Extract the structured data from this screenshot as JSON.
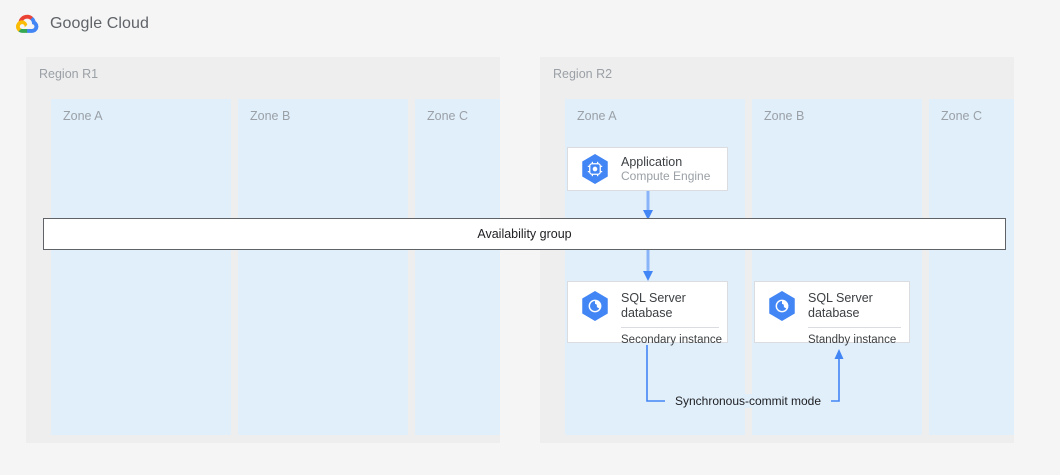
{
  "header": {
    "logo_text": "Google Cloud",
    "logo_icon": "google-cloud-logo"
  },
  "diagram": {
    "type": "architecture-diagram",
    "colors": {
      "page_background": "#f5f5f5",
      "region_background": "#eeeeee",
      "zone_background": "#e1effb",
      "connector_blue": "#4285f4",
      "card_border": "#dadce0",
      "label_grey": "#9aa0a6",
      "bar_border": "#5f6368"
    },
    "regions": [
      {
        "label": "Region R1",
        "zones": [
          {
            "label": "Zone A",
            "nodes": []
          },
          {
            "label": "Zone B",
            "nodes": []
          },
          {
            "label": "Zone C",
            "nodes": []
          }
        ]
      },
      {
        "label": "Region R2",
        "zones": [
          {
            "label": "Zone A",
            "nodes": [
              {
                "title": "Application",
                "subtitle": "Compute Engine",
                "icon": "compute-engine-icon"
              },
              {
                "title": "SQL Server\ndatabase",
                "instance": "Secondary instance",
                "icon": "sql-server-database-icon"
              }
            ]
          },
          {
            "label": "Zone B",
            "nodes": [
              {
                "title": "SQL Server\ndatabase",
                "instance": "Standby instance",
                "icon": "sql-server-database-icon"
              }
            ]
          },
          {
            "label": "Zone C",
            "nodes": []
          }
        ]
      }
    ],
    "availability_group": {
      "label": "Availability group"
    },
    "replication": {
      "label": "Synchronous-commit mode"
    }
  }
}
